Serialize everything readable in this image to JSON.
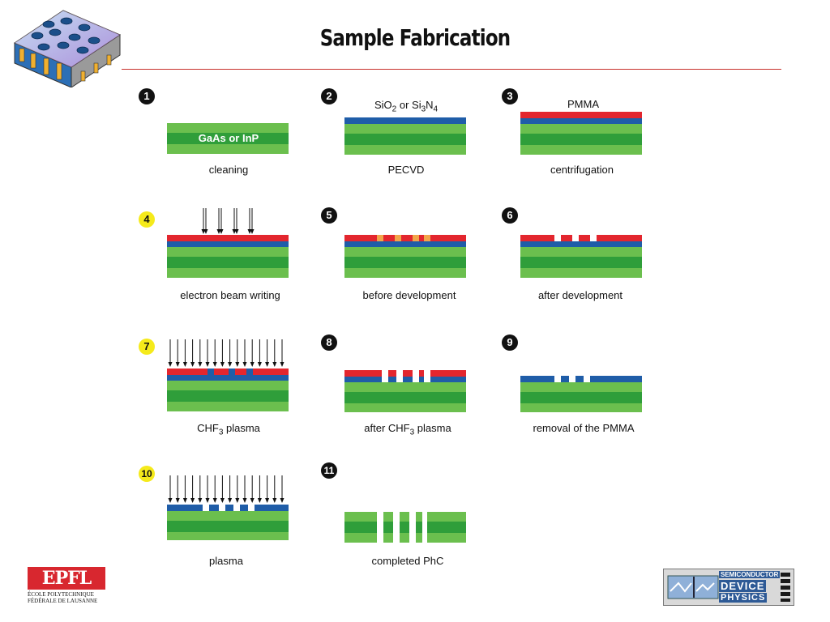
{
  "title": "Sample Fabrication",
  "colors": {
    "gaas_light": "#6bbf4e",
    "gaas_dark": "#2f9e3a",
    "mask_blue": "#1f5da8",
    "pmma_red": "#e3262e",
    "exposed_orange": "#f2a54a",
    "rule_red": "#c8302c"
  },
  "steps": [
    {
      "no": "1",
      "caption": "cleaning",
      "substrate_label": "GaAs or InP"
    },
    {
      "no": "2",
      "caption": "PECVD",
      "top_label": {
        "pre": "SiO",
        "sub1": "2",
        "mid": " or  Si",
        "sub2": "3",
        "mid2": "N",
        "sub3": "4"
      }
    },
    {
      "no": "3",
      "caption": "centrifugation",
      "top_label": "PMMA"
    },
    {
      "no": "4",
      "caption": "electron beam writing"
    },
    {
      "no": "5",
      "caption": "before development"
    },
    {
      "no": "6",
      "caption": "after development"
    },
    {
      "no": "7",
      "caption_pre": "CHF",
      "caption_sub": "3",
      "caption_post": " plasma"
    },
    {
      "no": "8",
      "caption_pre": "after CHF",
      "caption_sub": "3",
      "caption_post": " plasma"
    },
    {
      "no": "9",
      "caption": "removal of the PMMA"
    },
    {
      "no": "10",
      "caption": "plasma"
    },
    {
      "no": "11",
      "caption": "completed PhC"
    }
  ],
  "logos": {
    "epfl_text": "EPFL",
    "epfl_line1": "ÉCOLE POLYTECHNIQUE",
    "epfl_line2": "FÉDÉRALE DE LAUSANNE",
    "sdp_line1": "SEMICONDUCTOR",
    "sdp_line2": "DEVICE",
    "sdp_line3": "PHYSICS"
  }
}
